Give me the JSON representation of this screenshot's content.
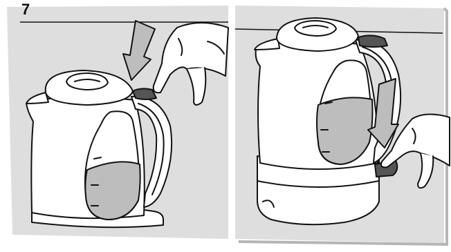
{
  "step": {
    "number": "7"
  },
  "colors": {
    "panel_background": "#dedede",
    "kettle_fill": "#ffffff",
    "outline": "#111111",
    "water": "#bdbdbd",
    "page_background": "#ffffff"
  },
  "panels": [
    {
      "name": "left-panel",
      "action": "press-switch-down",
      "arrow_direction": "down"
    },
    {
      "name": "right-panel",
      "action": "press-switch-on-base",
      "arrow_direction": "down"
    }
  ]
}
